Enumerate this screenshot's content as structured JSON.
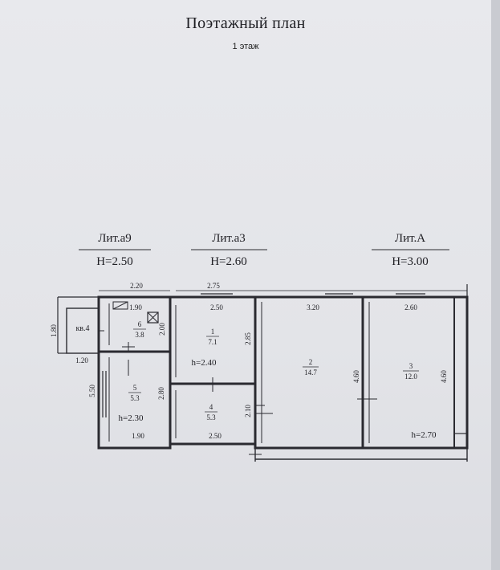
{
  "title": "Поэтажный план",
  "subtitle": "1 этаж",
  "sections": [
    {
      "lit": "Лит.а9",
      "height": "Н=2.50"
    },
    {
      "lit": "Лит.а3",
      "height": "Н=2.60"
    },
    {
      "lit": "Лит.А",
      "height": "Н=3.00"
    }
  ],
  "dims": {
    "a9_top_width": "2.20",
    "a3_top_width": "2.75",
    "porch_height": "1.80",
    "porch_width": "1.20",
    "room6_inner_width": "1.90",
    "room6_height": "2.00",
    "room1_width": "2.50",
    "room1_height": "2.85",
    "room2_width": "3.20",
    "room3_width": "2.60",
    "room2_height": "4.60",
    "room3_height": "4.60",
    "room5_height": "5.50",
    "room4_height": "2.80",
    "room4_depth": "2.10",
    "room5_width": "1.90",
    "room4_width": "2.50"
  },
  "porch_label": "кв.4",
  "rooms": [
    {
      "num": "6",
      "area": "3.8"
    },
    {
      "num": "1",
      "area": "7.1"
    },
    {
      "num": "2",
      "area": "14.7"
    },
    {
      "num": "3",
      "area": "12.0"
    },
    {
      "num": "5",
      "area": "5.3"
    },
    {
      "num": "4",
      "area": "5.3"
    }
  ],
  "ceiling_heights": {
    "a3_rooms": "h=2.40",
    "a9_rooms": "h=2.30",
    "main_rooms": "h=2.70"
  }
}
